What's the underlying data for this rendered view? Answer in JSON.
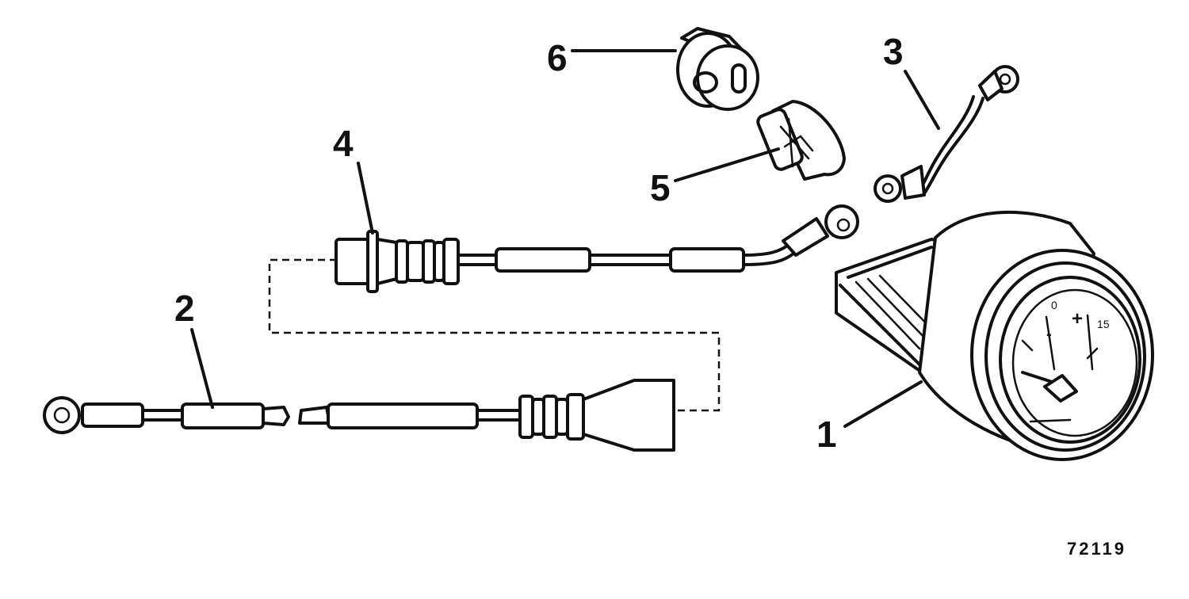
{
  "diagram": {
    "reference_number": "72119",
    "parts": [
      {
        "number": "1",
        "item": "gauge"
      },
      {
        "number": "2",
        "item": "harness-lead"
      },
      {
        "number": "3",
        "item": "ground-lead"
      },
      {
        "number": "4",
        "item": "connector-lead"
      },
      {
        "number": "5",
        "item": "bulb"
      },
      {
        "number": "6",
        "item": "bulb-socket"
      }
    ],
    "gauge_face": {
      "minus_symbol": "-",
      "plus_symbol": "+",
      "left_mark": "0",
      "right_mark": "15"
    },
    "ink_color": "#111111"
  }
}
